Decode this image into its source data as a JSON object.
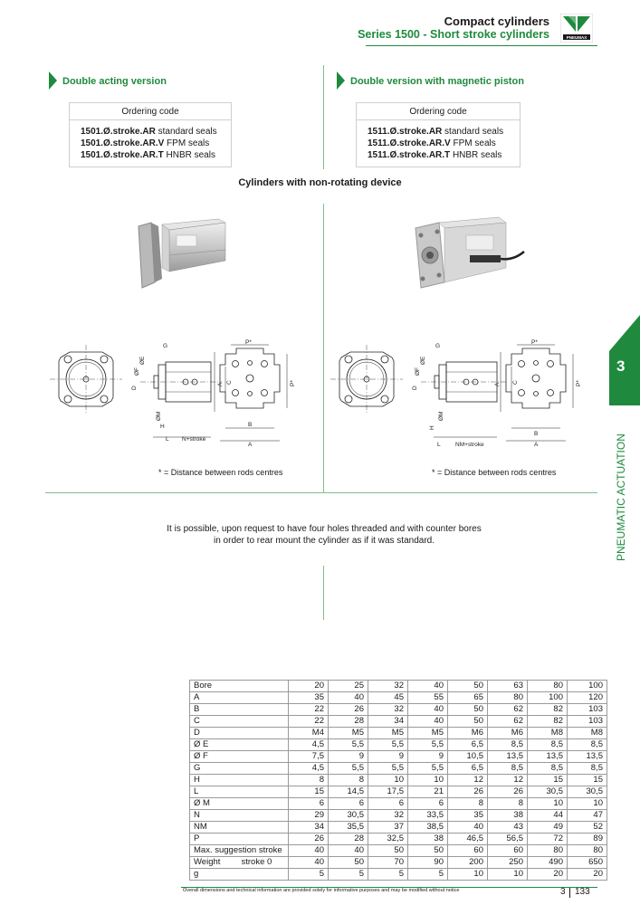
{
  "header": {
    "title": "Compact cylinders",
    "subtitle": "Series 1500 - Short stroke cylinders",
    "logo_text": "PNEUMAX"
  },
  "left_section": {
    "heading": "Double acting version",
    "order_header": "Ordering code",
    "codes": [
      {
        "code": "1501.Ø.stroke.AR",
        "desc": "standard seals"
      },
      {
        "code": "1501.Ø.stroke.AR.V",
        "desc": "FPM seals"
      },
      {
        "code": "1501.Ø.stroke.AR.T",
        "desc": "HNBR seals"
      }
    ]
  },
  "right_section": {
    "heading": "Double version with magnetic piston",
    "order_header": "Ordering code",
    "codes": [
      {
        "code": "1511.Ø.stroke.AR",
        "desc": "standard seals"
      },
      {
        "code": "1511.Ø.stroke.AR.V",
        "desc": "FPM seals"
      },
      {
        "code": "1511.Ø.stroke.AR.T",
        "desc": "HNBR seals"
      }
    ]
  },
  "middle_title": "Cylinders with non-rotating device",
  "drawing_labels": {
    "G": "G",
    "OE": "ØE",
    "OF": "ØF",
    "D": "D",
    "OM": "ØM",
    "H": "H",
    "L": "L",
    "Pstar": "P*",
    "A": "A",
    "B": "B",
    "C": "C",
    "n_stroke": "N+stroke",
    "nm_stroke": "NM+stroke"
  },
  "caption": "* = Distance between rods centres",
  "note_line1": "It is possible, upon request to have four holes threaded and with counter bores",
  "note_line2": "in order to rear mount the cylinder as if it was standard.",
  "side_tab": {
    "number": "3",
    "label": "PNEUMATIC ACTUATION"
  },
  "table": {
    "header_label": "Bore",
    "bores": [
      "20",
      "25",
      "32",
      "40",
      "50",
      "63",
      "80",
      "100"
    ],
    "rows": [
      {
        "label": "A",
        "values": [
          "35",
          "40",
          "45",
          "55",
          "65",
          "80",
          "100",
          "120"
        ]
      },
      {
        "label": "B",
        "values": [
          "22",
          "26",
          "32",
          "40",
          "50",
          "62",
          "82",
          "103"
        ]
      },
      {
        "label": "C",
        "values": [
          "22",
          "28",
          "34",
          "40",
          "50",
          "62",
          "82",
          "103"
        ]
      },
      {
        "label": "D",
        "values": [
          "M4",
          "M5",
          "M5",
          "M5",
          "M6",
          "M6",
          "M8",
          "M8"
        ]
      },
      {
        "label": "Ø E",
        "values": [
          "4,5",
          "5,5",
          "5,5",
          "5,5",
          "6,5",
          "8,5",
          "8,5",
          "8,5"
        ]
      },
      {
        "label": "Ø F",
        "values": [
          "7,5",
          "9",
          "9",
          "9",
          "10,5",
          "13,5",
          "13,5",
          "13,5"
        ]
      },
      {
        "label": "G",
        "values": [
          "4,5",
          "5,5",
          "5,5",
          "5,5",
          "6,5",
          "8,5",
          "8,5",
          "8,5"
        ]
      },
      {
        "label": "H",
        "values": [
          "8",
          "8",
          "10",
          "10",
          "12",
          "12",
          "15",
          "15"
        ]
      },
      {
        "label": "L",
        "values": [
          "15",
          "14,5",
          "17,5",
          "21",
          "26",
          "26",
          "30,5",
          "30,5"
        ]
      },
      {
        "label": "Ø M",
        "values": [
          "6",
          "6",
          "6",
          "6",
          "8",
          "8",
          "10",
          "10"
        ]
      },
      {
        "label": "N",
        "values": [
          "29",
          "30,5",
          "32",
          "33,5",
          "35",
          "38",
          "44",
          "47"
        ]
      },
      {
        "label": "NM",
        "values": [
          "34",
          "35,5",
          "37",
          "38,5",
          "40",
          "43",
          "49",
          "52"
        ]
      },
      {
        "label": "P",
        "values": [
          "26",
          "28",
          "32,5",
          "38",
          "46,5",
          "56,5",
          "72",
          "89"
        ]
      },
      {
        "label": "Max. suggestion stroke",
        "values": [
          "40",
          "40",
          "50",
          "50",
          "60",
          "60",
          "80",
          "80"
        ]
      }
    ],
    "weight_label_a": "Weight",
    "weight_label_b": "stroke 0",
    "weight_values": [
      "40",
      "50",
      "70",
      "90",
      "200",
      "250",
      "490",
      "650"
    ],
    "g_label": "g",
    "g_values": [
      "5",
      "5",
      "5",
      "5",
      "10",
      "10",
      "20",
      "20"
    ]
  },
  "footer": {
    "disclaimer": "Overall dimensions and technical information are provided solely for informative purposes and may be modified without notice",
    "chapter": "3",
    "page": "133"
  },
  "colors": {
    "accent": "#1f8a3d",
    "accent_light": "#7fbf8f"
  }
}
